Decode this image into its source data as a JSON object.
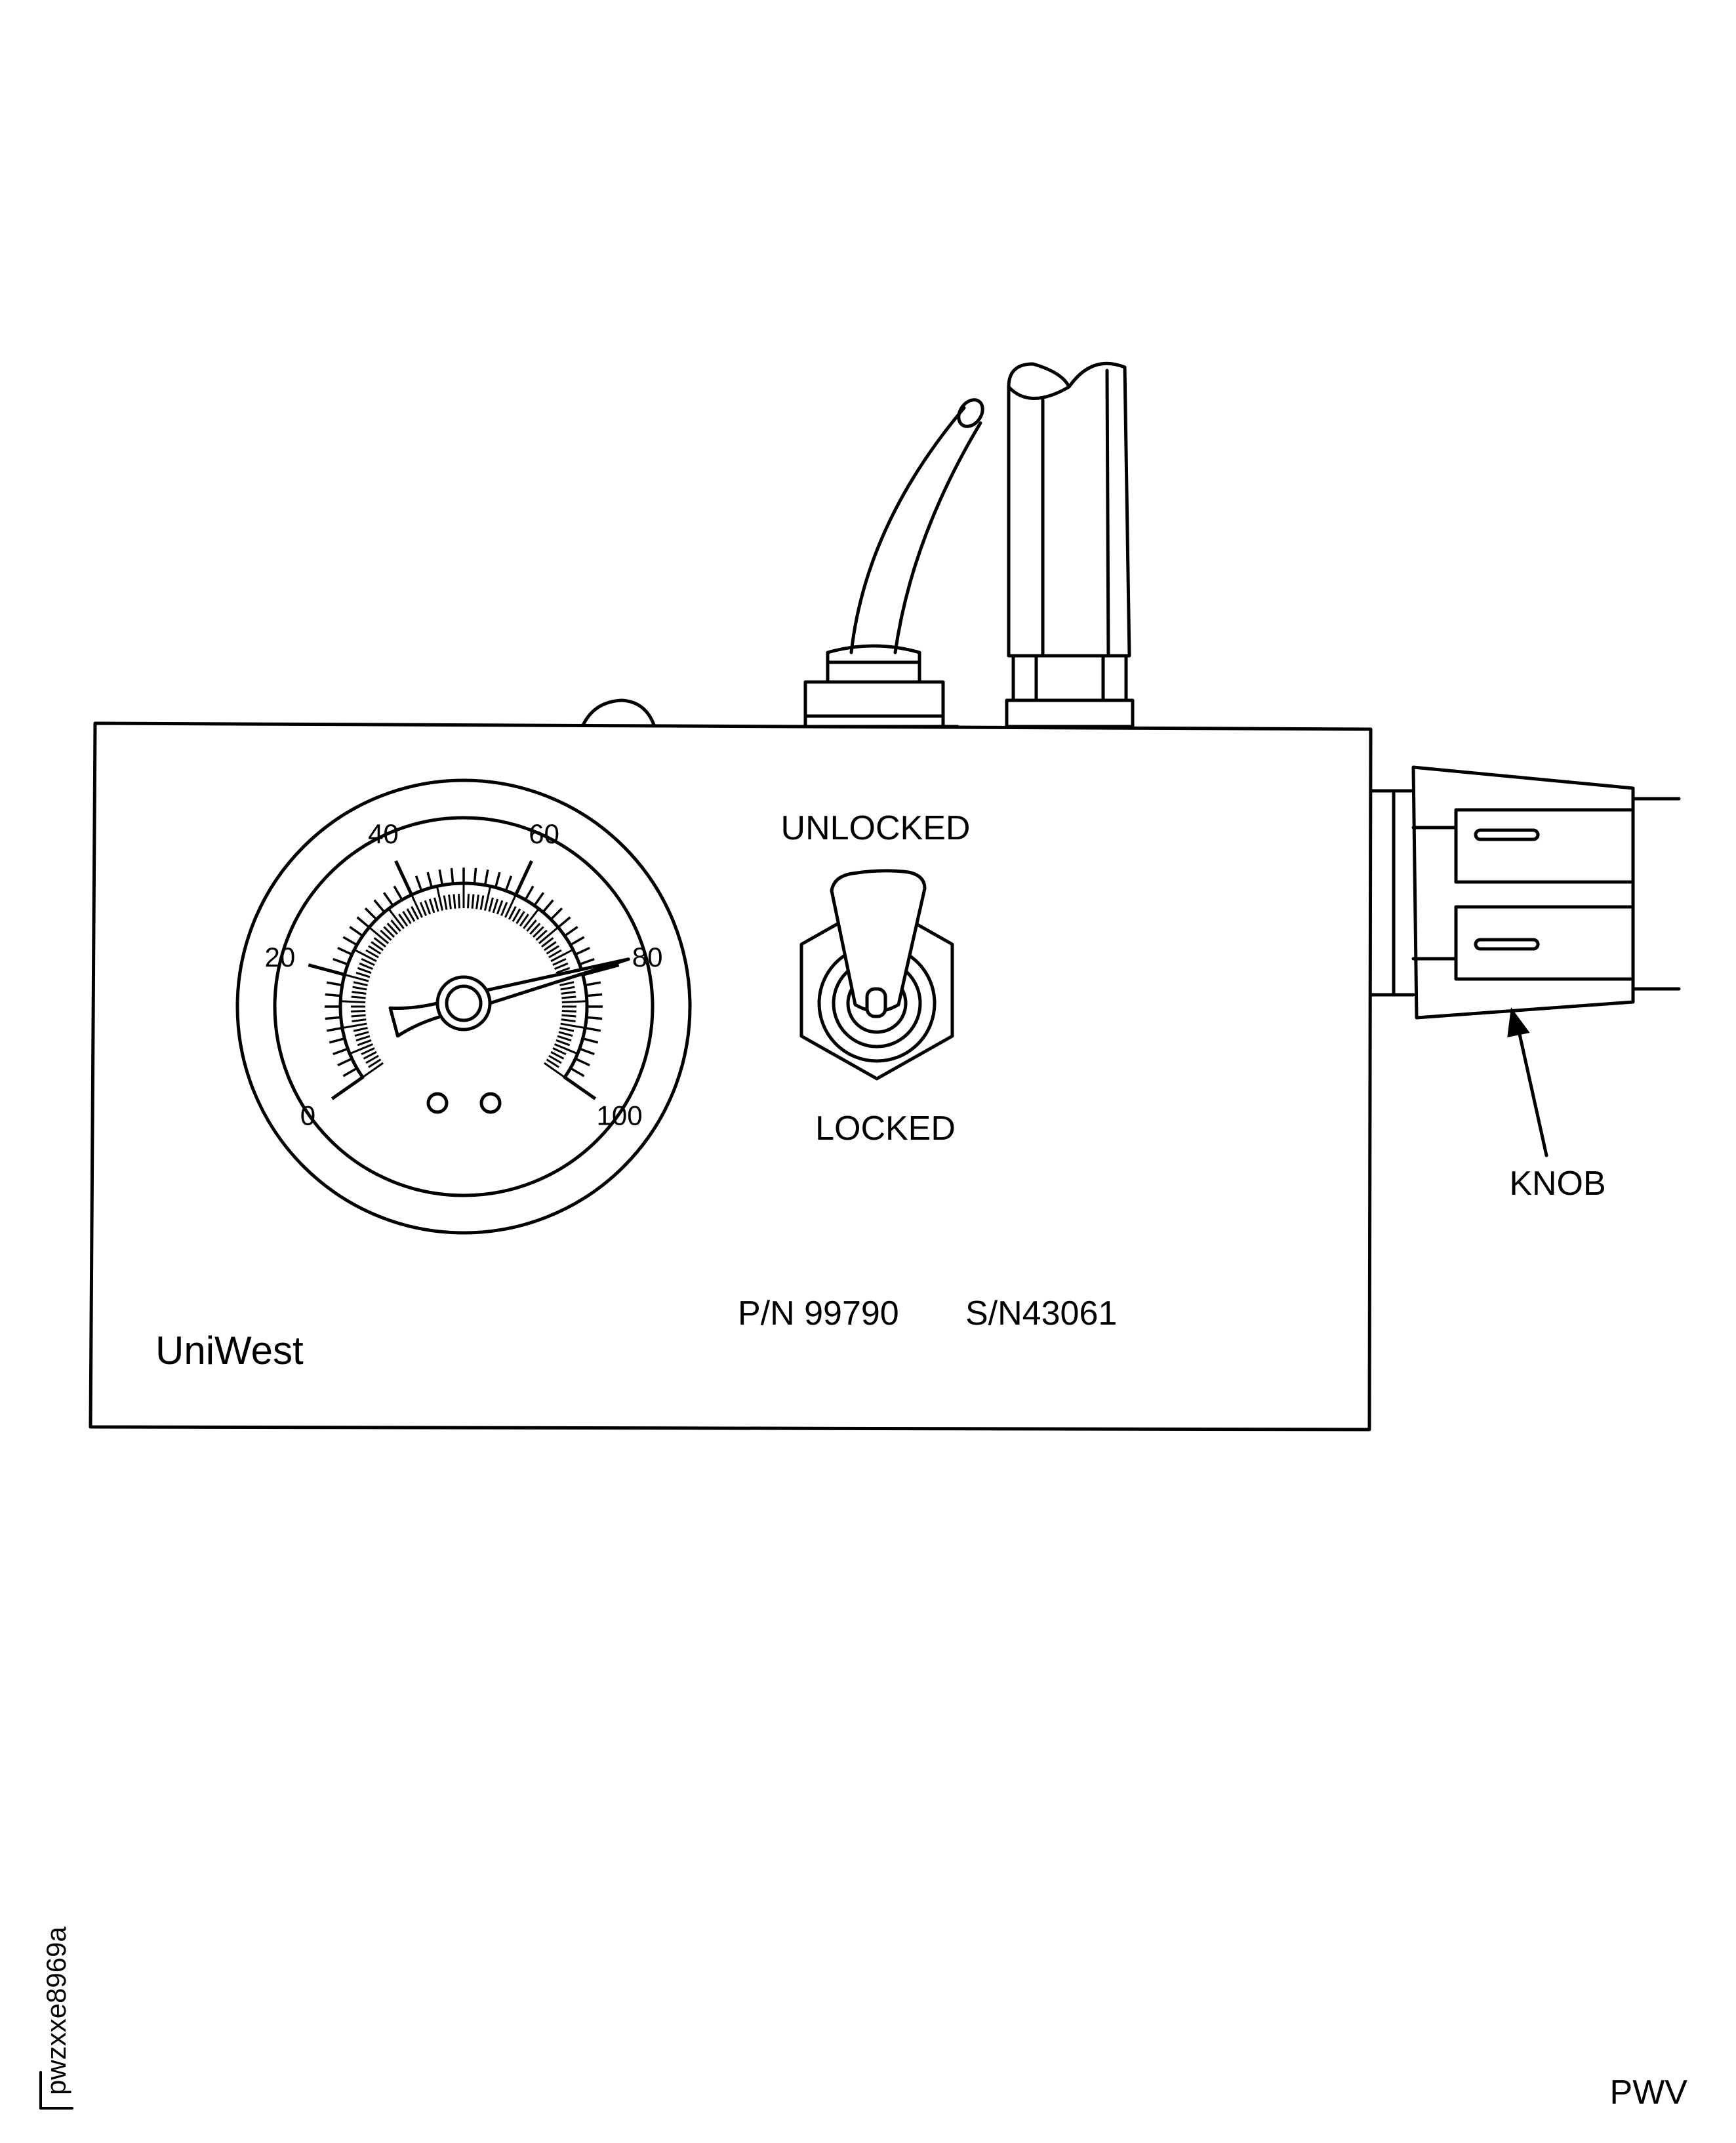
{
  "gauge": {
    "scale_min": 0,
    "scale_max": 100,
    "tick_labels": [
      "0",
      "20",
      "40",
      "60",
      "80",
      "100"
    ],
    "needle_value": 80
  },
  "switch": {
    "label_top": "UNLOCKED",
    "label_bottom": "LOCKED"
  },
  "knob": {
    "label": "KNOB"
  },
  "panel": {
    "brand": "UniWest",
    "part_number": "P/N 99790",
    "serial_number": "S/N43061"
  },
  "figure": {
    "id": "pwzxxe8969a",
    "code": "PWV"
  }
}
